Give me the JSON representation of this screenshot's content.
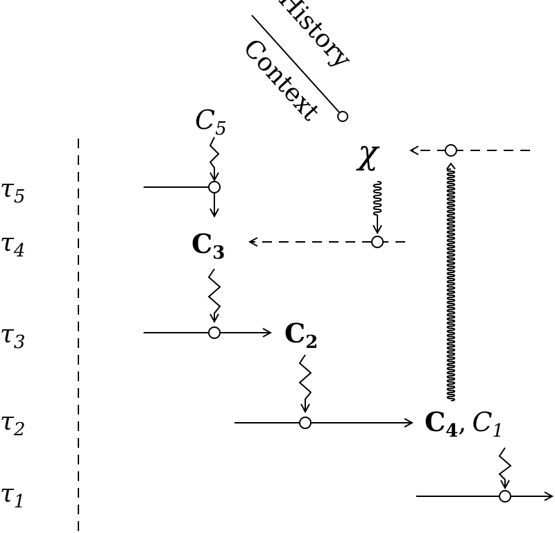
{
  "tau_labels": [
    {
      "base": "τ",
      "sub": "5"
    },
    {
      "base": "τ",
      "sub": "4"
    },
    {
      "base": "τ",
      "sub": "3"
    },
    {
      "base": "τ",
      "sub": "2"
    },
    {
      "base": "τ",
      "sub": "1"
    }
  ],
  "nodes": {
    "c5": {
      "base": "C",
      "sub": "5"
    },
    "c3": {
      "base": "C",
      "sub": "3"
    },
    "c2": {
      "base": "C",
      "sub": "2"
    },
    "c4": {
      "base": "C",
      "sub": "4"
    },
    "sep": ",",
    "c1": {
      "base": "C",
      "sub": "1"
    },
    "chi": "χ"
  },
  "axis_texts": {
    "history": "History",
    "context": "Context"
  }
}
